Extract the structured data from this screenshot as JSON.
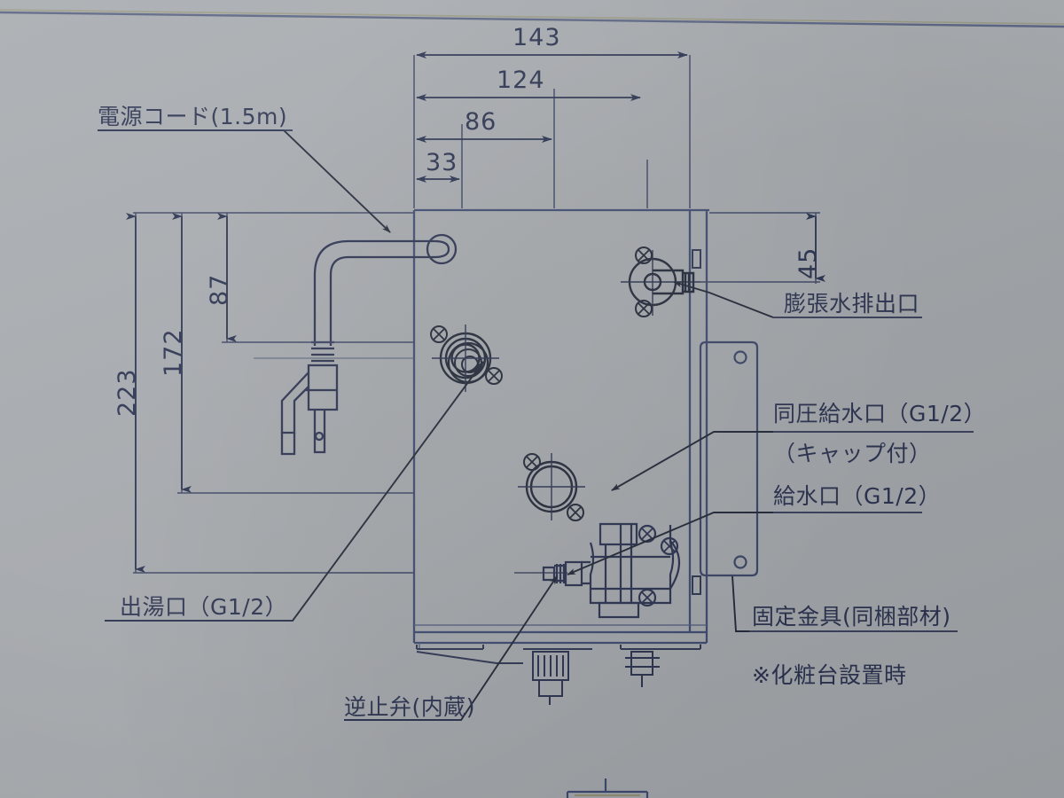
{
  "document": {
    "kind": "technical-drawing",
    "subject": "small electric water heater dimensional drawing",
    "units_note": "mm"
  },
  "dimensions": {
    "horizontal": [
      {
        "id": "d143",
        "value": "143"
      },
      {
        "id": "d124",
        "value": "124"
      },
      {
        "id": "d86",
        "value": "86"
      },
      {
        "id": "d33",
        "value": "33"
      }
    ],
    "vertical_left": [
      {
        "id": "d223",
        "value": "223"
      },
      {
        "id": "d172",
        "value": "172"
      },
      {
        "id": "d87",
        "value": "87"
      }
    ],
    "vertical_right": [
      {
        "id": "d45",
        "value": "45"
      }
    ]
  },
  "callouts": {
    "power_cord": "電源コード(1.5m)",
    "expansion_drain": "膨張水排出口",
    "equal_pressure_inlet": "同圧給水口（G1/2）",
    "equal_pressure_inlet_sub": "（キャップ付）",
    "water_inlet": "給水口（G1/2）",
    "hot_water_outlet": "出湯口（G1/2）",
    "check_valve": "逆止弁(内蔵)",
    "fixing_bracket": "固定金具(同梱部材)",
    "fixing_bracket_note": "※化粧台設置時"
  },
  "colors": {
    "paper": "#a6aaae",
    "ink": "#2b3250",
    "ink_light": "#3a4260",
    "edge_line": "#3f4a72"
  }
}
